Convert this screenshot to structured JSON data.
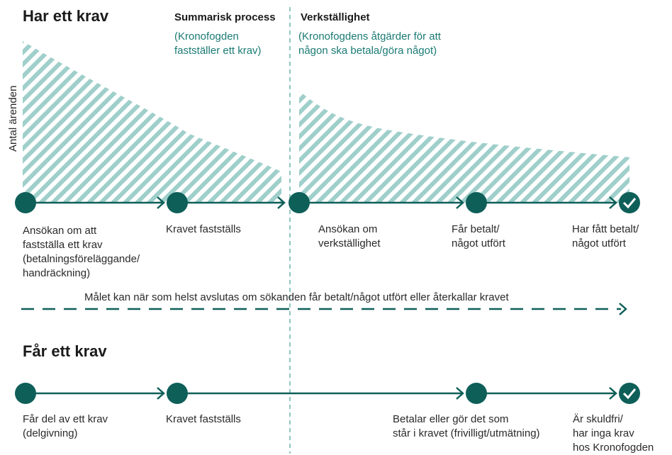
{
  "top": {
    "title": "Har ett krav",
    "phase1": {
      "title": "Summarisk process",
      "sub": [
        "(Kronofogden",
        "fastställer ett krav)"
      ]
    },
    "phase2": {
      "title": "Verkställighet",
      "sub": [
        "(Kronofogdens åtgärder för att",
        "någon ska betala/göra något)"
      ]
    },
    "ylabel": "Antal ärenden",
    "steps": [
      {
        "lines": [
          "Ansökan om att",
          "fastställa ett krav",
          "(betalningsföreläggande/",
          "handräckning)"
        ]
      },
      {
        "lines": [
          "Kravet fastställs"
        ]
      },
      {
        "lines": [
          "Ansökan om",
          "verkställighet"
        ]
      },
      {
        "lines": [
          "Får betalt/",
          "något utfört"
        ]
      },
      {
        "lines": [
          "Har fått betalt/",
          "något utfört"
        ]
      }
    ],
    "note": "Målet kan när som helst avslutas om sökanden får betalt/något utfört eller återkallar kravet"
  },
  "bottom": {
    "title": "Får ett krav",
    "steps": [
      {
        "lines": [
          "Får del av ett krav",
          "(delgivning)"
        ]
      },
      {
        "lines": [
          "Kravet fastställs"
        ]
      },
      {
        "lines": [
          "Betalar eller gör det som",
          "står i kravet (frivilligt/utmätning)"
        ]
      },
      {
        "lines": [
          "Är skuldfri/",
          "har inga krav",
          "hos Kronofogden"
        ]
      }
    ]
  },
  "colors": {
    "teal_dark": "#0f5f59",
    "teal_text": "#1a7a73",
    "hatch": "#9fcfca",
    "divider": "#8fc6c0"
  }
}
